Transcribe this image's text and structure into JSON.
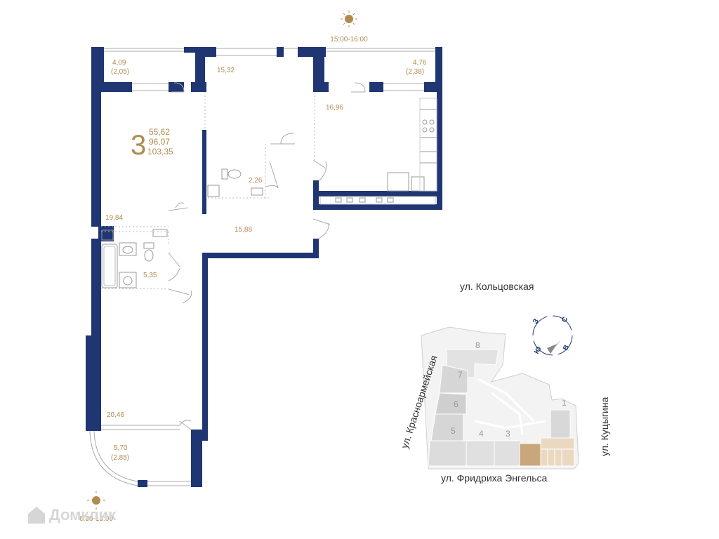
{
  "sun": {
    "top_time": "15:00-16:00",
    "bottom_time": "6:30-13:00"
  },
  "apartment": {
    "rooms_count": "3",
    "area_living": "55,62",
    "area_total": "96,07",
    "area_with_balcony": "103,35"
  },
  "rooms": {
    "balcony_nw": "4,09",
    "balcony_nw_sub": "(2,05)",
    "room_center_top": "15,32",
    "balcony_ne": "4,76",
    "balcony_ne_sub": "(2,38)",
    "kitchen": "16,96",
    "bathroom_small": "2,26",
    "room_living": "19,84",
    "hall": "15,88",
    "bathroom": "5,35",
    "bedroom": "20,46",
    "balcony_sw": "5,70",
    "balcony_sw_sub": "(2,85)"
  },
  "site_plan": {
    "street_north": "ул. Кольцовская",
    "street_west": "ул. Красноармейская",
    "street_east": "ул. Куцыгина",
    "street_south": "ул. Фридриха Энгельса",
    "buildings": [
      "8",
      "7",
      "6",
      "5",
      "4",
      "3",
      "1"
    ],
    "highlight_color": "#c8a87a"
  },
  "compass": {
    "north": "С",
    "south": "Ю",
    "west": "З",
    "east": "В"
  },
  "watermark": "Домклик",
  "colors": {
    "wall": "#1f3672",
    "accent": "#b08a4f"
  }
}
